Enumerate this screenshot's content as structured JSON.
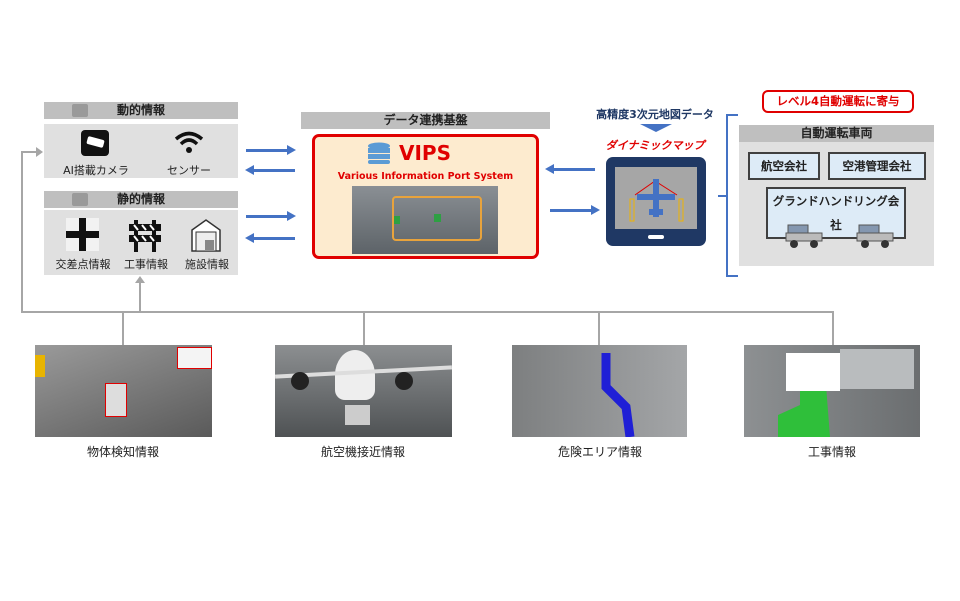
{
  "dynamic": {
    "title": "動的情報",
    "items": [
      {
        "label": "AI搭載カメラ",
        "icon": "camera-icon"
      },
      {
        "label": "センサー",
        "icon": "wifi-icon"
      }
    ]
  },
  "static": {
    "title": "静的情報",
    "items": [
      {
        "label": "交差点情報",
        "icon": "intersection-icon"
      },
      {
        "label": "工事情報",
        "icon": "barrier-icon"
      },
      {
        "label": "施設情報",
        "icon": "warehouse-icon"
      }
    ]
  },
  "platform": {
    "title": "データ連携基盤",
    "name": "VIPS",
    "subtitle": "Various Information Port System"
  },
  "map": {
    "source": "高精度3次元地図データ",
    "name": "ダイナミックマップ"
  },
  "vehicles": {
    "badge": "レベル4自動運転に寄与",
    "title": "自動運転車両",
    "companies": [
      "航空会社",
      "空港管理会社",
      "グランドハンドリング会社"
    ]
  },
  "sources": [
    {
      "label": "物体検知情報"
    },
    {
      "label": "航空機接近情報"
    },
    {
      "label": "危険エリア情報"
    },
    {
      "label": "工事情報"
    }
  ],
  "colors": {
    "accent": "#4472c4",
    "red": "#e00000",
    "panel": "#e0e0e0",
    "header": "#bfbfbf"
  }
}
